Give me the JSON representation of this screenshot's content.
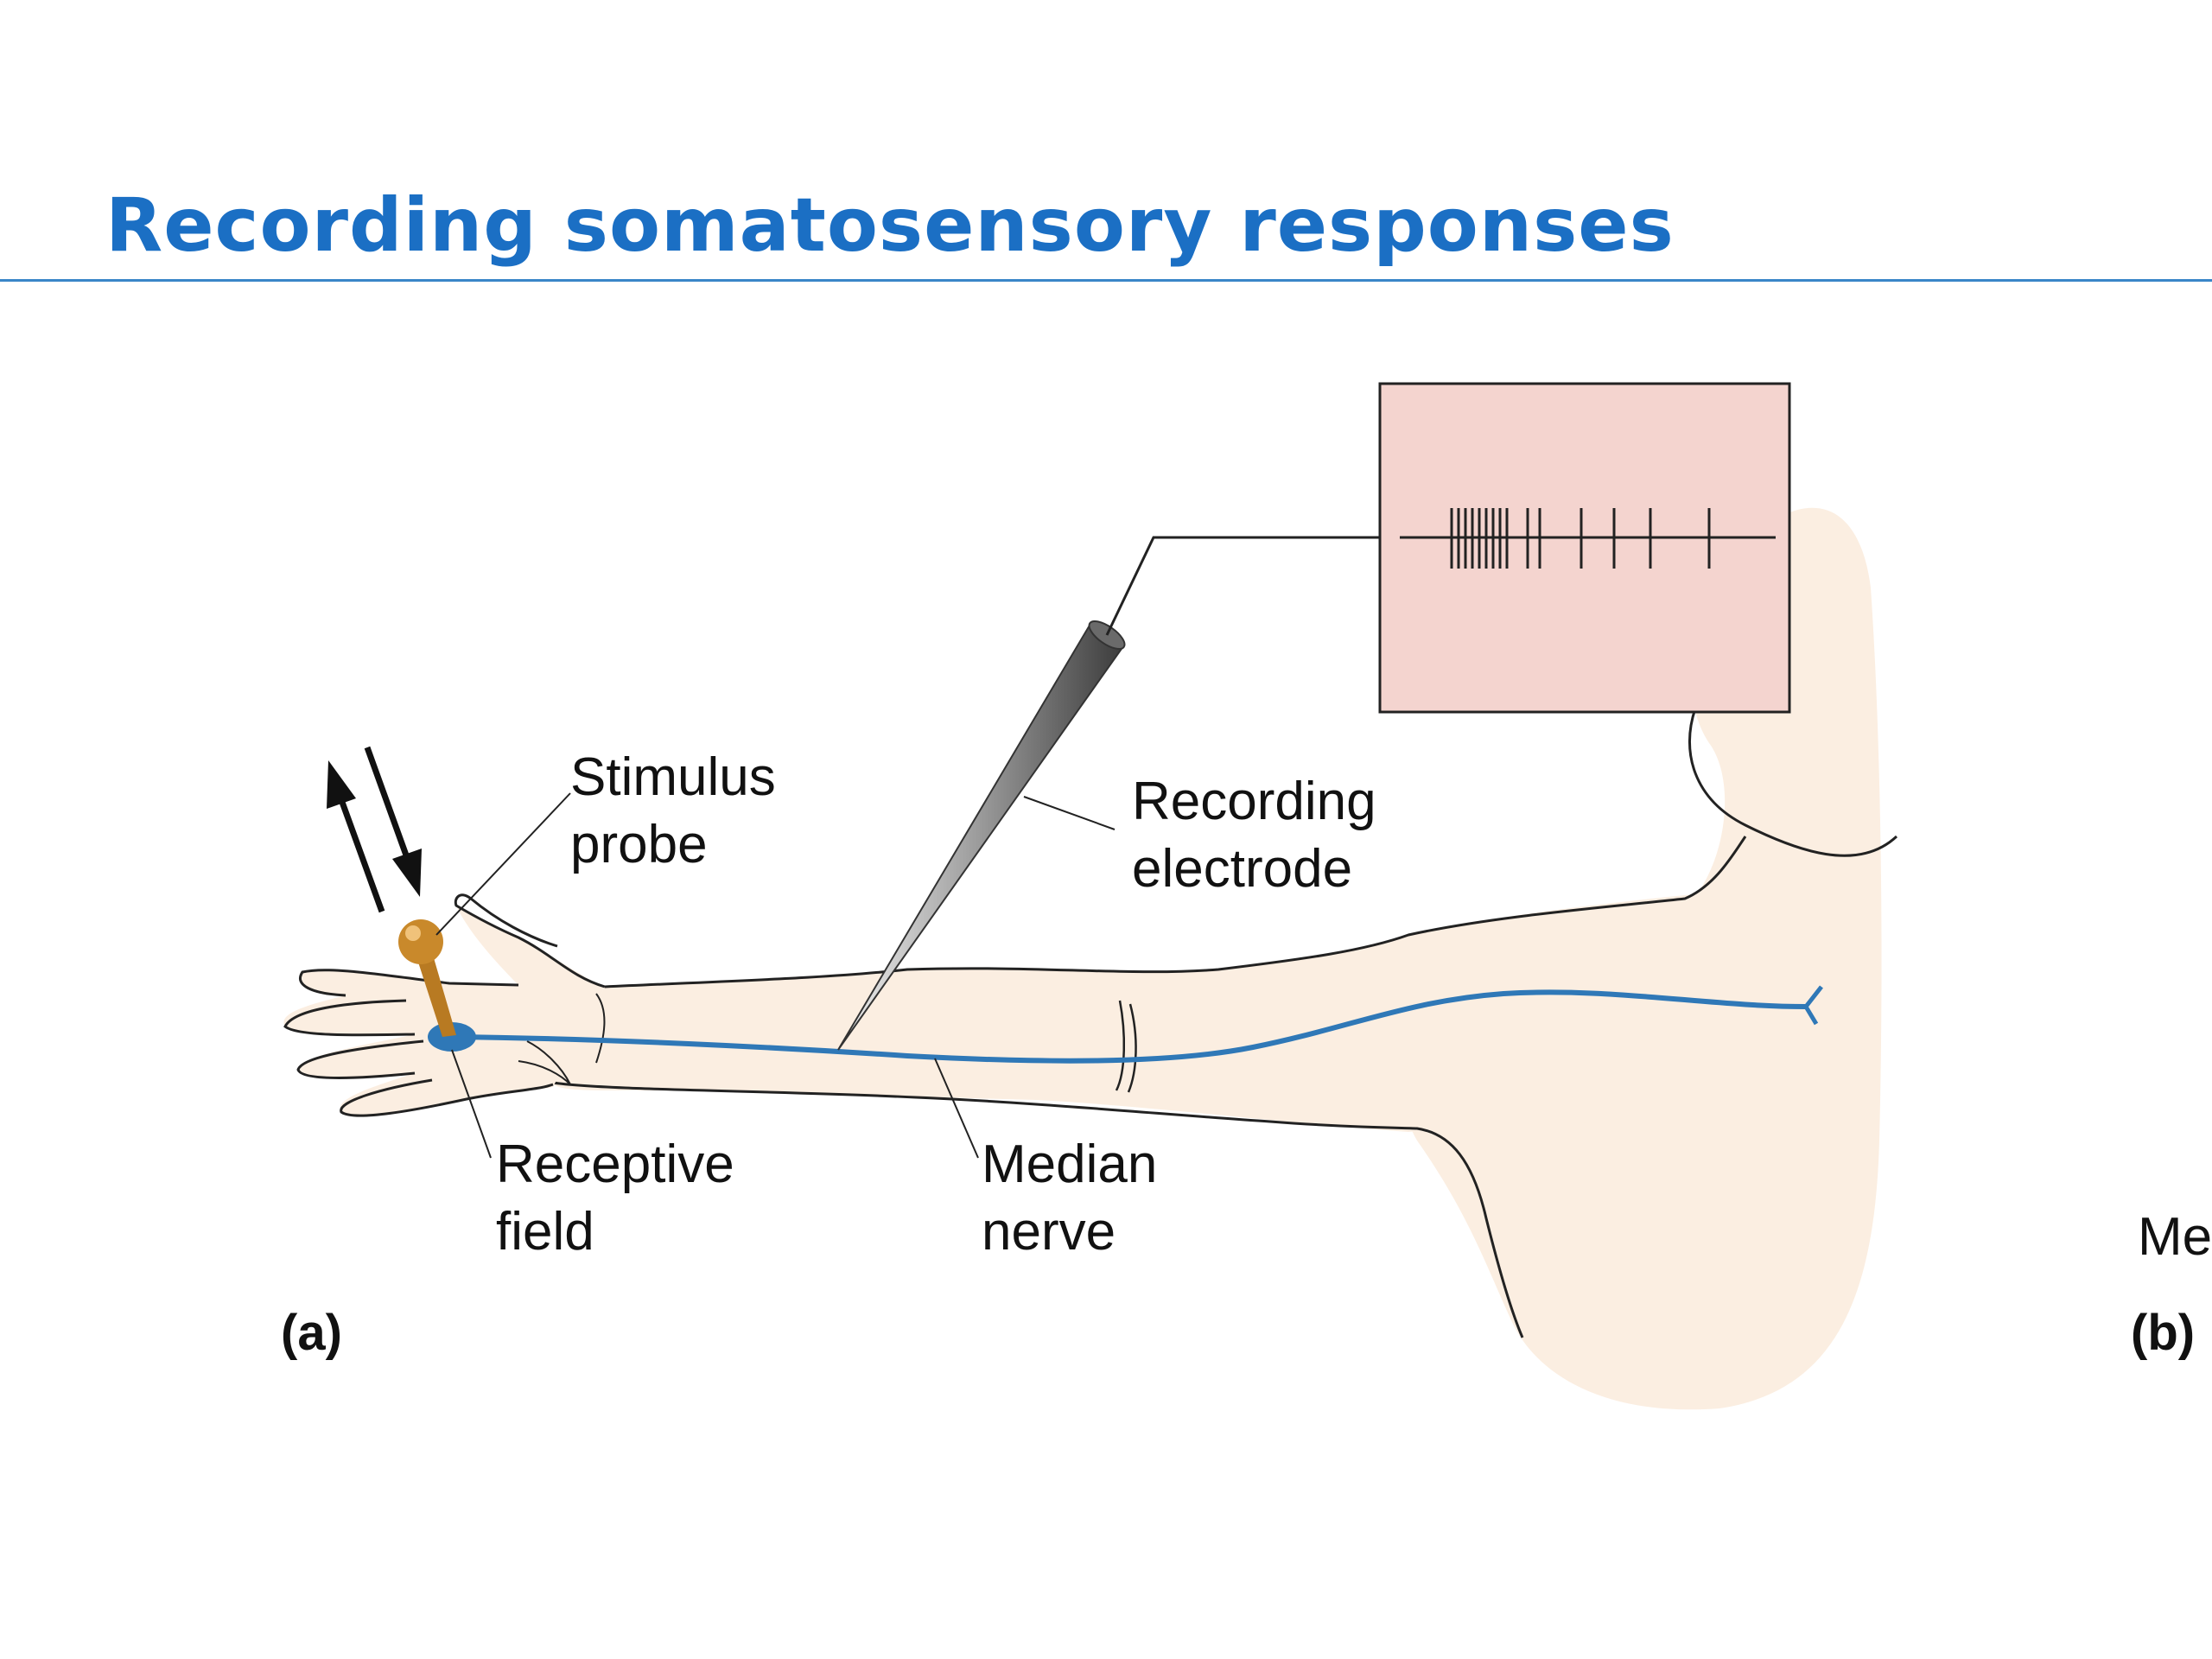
{
  "title": "Recording somatosensory responses",
  "colors": {
    "title": "#1b6fc4",
    "rule": "#3a86c8",
    "skin": "#fbeee1",
    "nerve": "#2f78b7",
    "oscilloscope_fill": "#f4d4cf",
    "probe": "#c9892b"
  },
  "figure": {
    "labels": {
      "stimulus_probe": [
        "Stimulus",
        "probe"
      ],
      "recording_electrode": [
        "Recording",
        "electrode"
      ],
      "receptive_field": [
        "Receptive",
        "field"
      ],
      "median_nerve": [
        "Median",
        "nerve"
      ],
      "cut_off_text": "Me"
    },
    "panels": {
      "a": "(a)",
      "b": "(b)"
    },
    "spike_train": {
      "count": 15
    }
  }
}
